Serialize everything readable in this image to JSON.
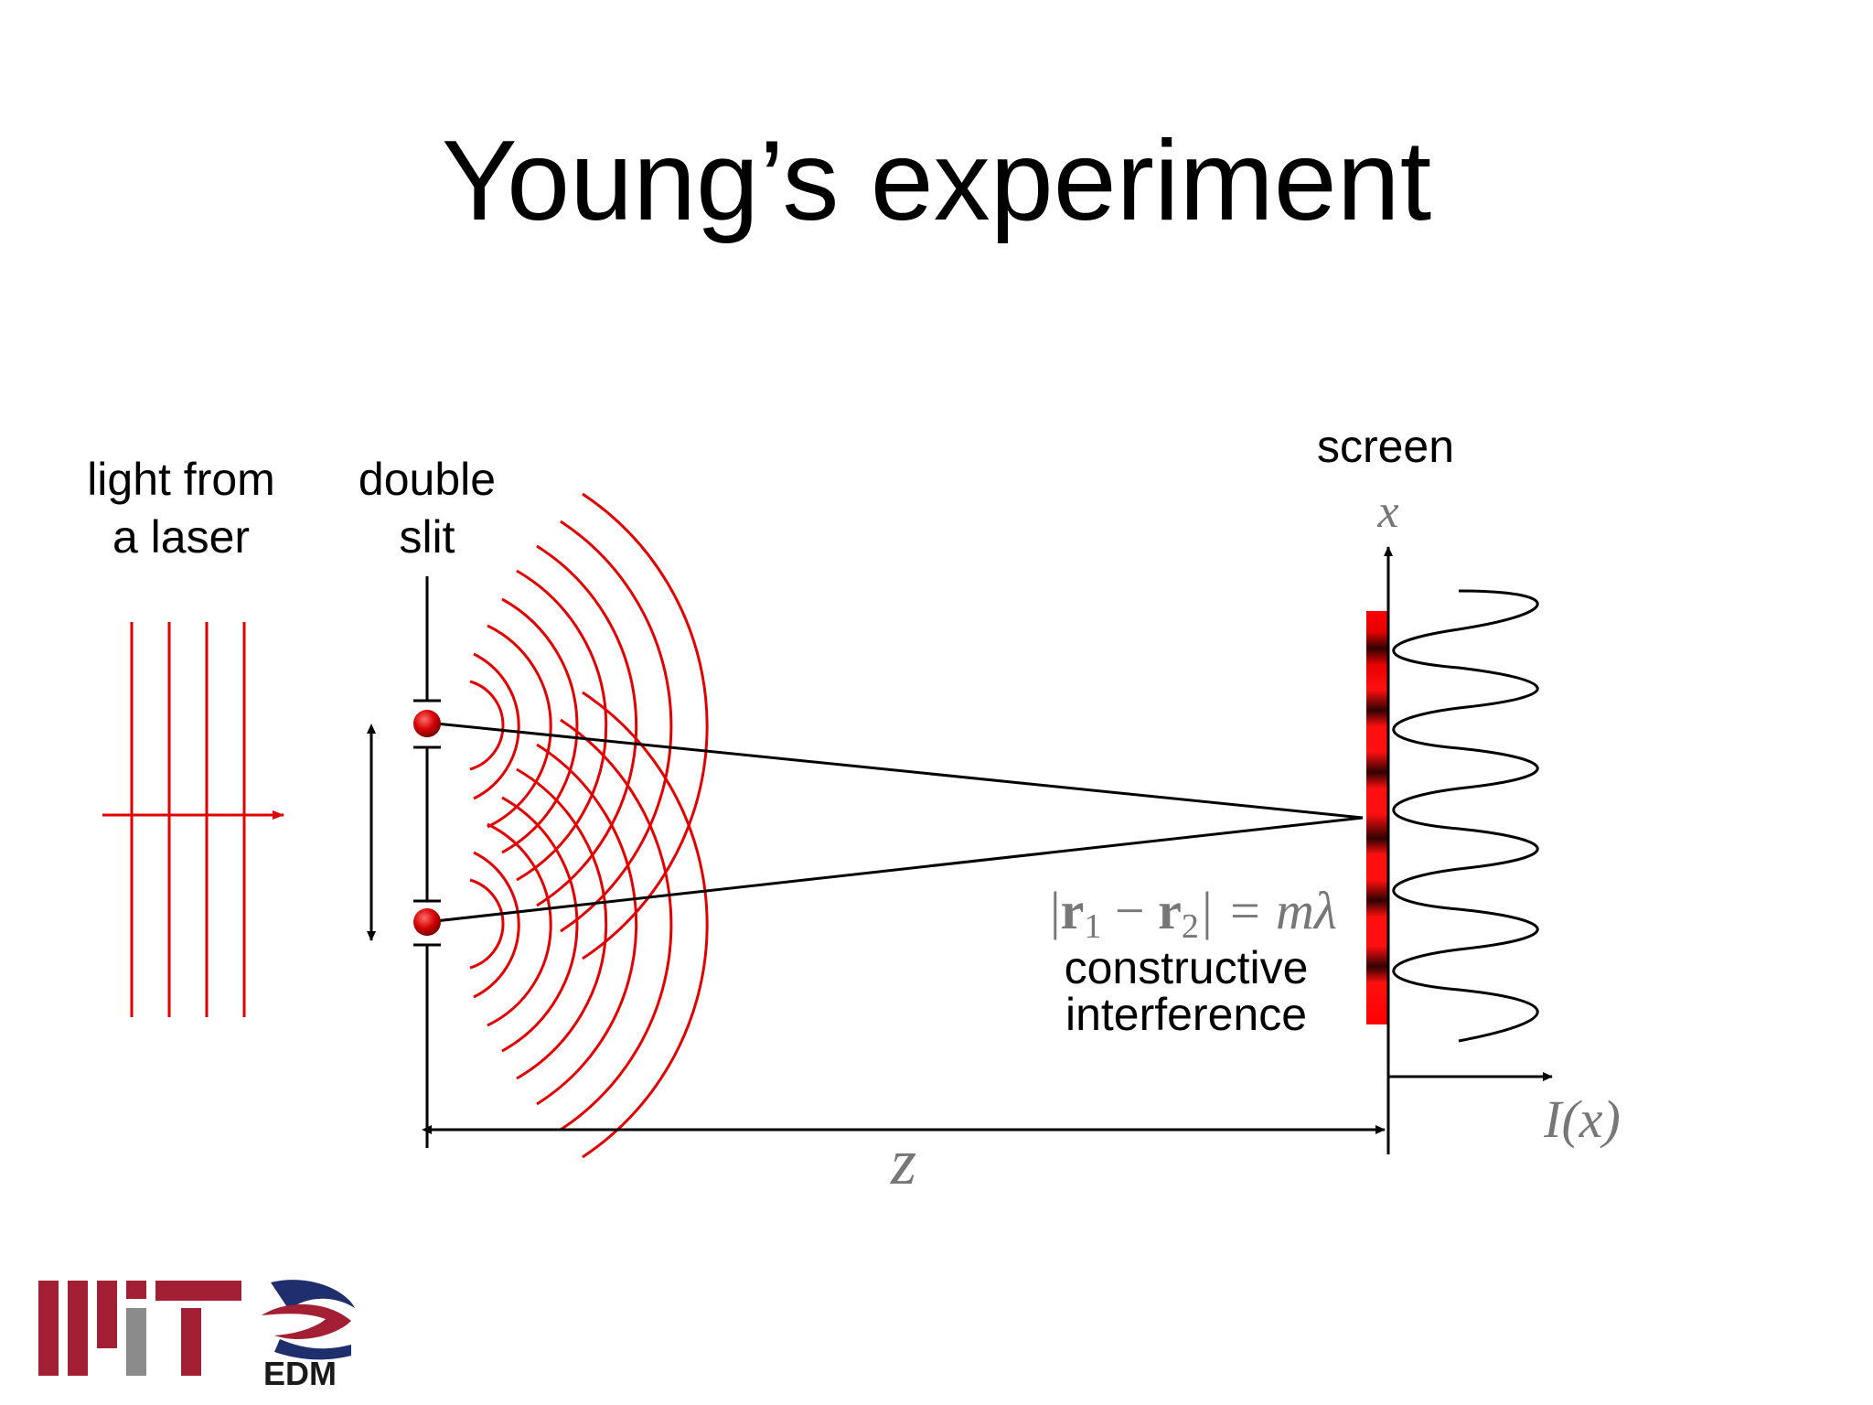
{
  "slide": {
    "title": "Young’s experiment"
  },
  "labels": {
    "laser_line1": "light from",
    "laser_line2": "a laser",
    "slit_line1": "double",
    "slit_line2": "slit",
    "screen": "screen",
    "x_axis": "x",
    "intensity_axis": "I(x)",
    "distance": "z",
    "equation_lhs_open": "|",
    "equation_r1": "r",
    "equation_sub1": "1",
    "equation_minus": " − ",
    "equation_r2": "r",
    "equation_sub2": "2",
    "equation_rhs": "| = mλ",
    "constructive_line1": "constructive",
    "constructive_line2": "interference"
  },
  "logo": {
    "brand_text": "EDM"
  },
  "colors": {
    "wave_red": "#e00000",
    "line_black": "#000000",
    "math_gray": "#777777",
    "mit_red": "#a31f34",
    "mit_gray": "#8a8b8c",
    "edm_blue": "#1f2f6e"
  }
}
